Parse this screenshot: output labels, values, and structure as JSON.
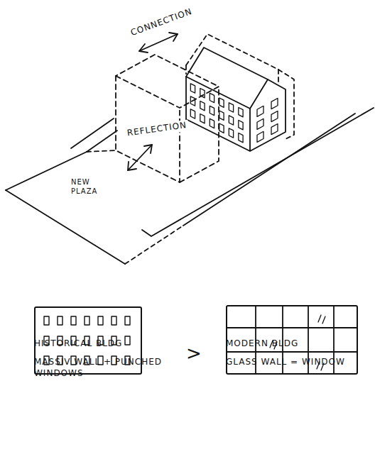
{
  "diagram": {
    "nodes": [
      {
        "text": [
          "HISTORICAL BLDG",
          "MASSIV WALL + PUNCHED WINDOWS"
        ]
      },
      {
        "text": [
          "MODERN BLDG",
          "GLASS WALL = WINDOW"
        ]
      }
    ],
    "labels": [
      "CONNECTION",
      "REFLECTION",
      "NEW PLAZA",
      ">"
    ]
  }
}
